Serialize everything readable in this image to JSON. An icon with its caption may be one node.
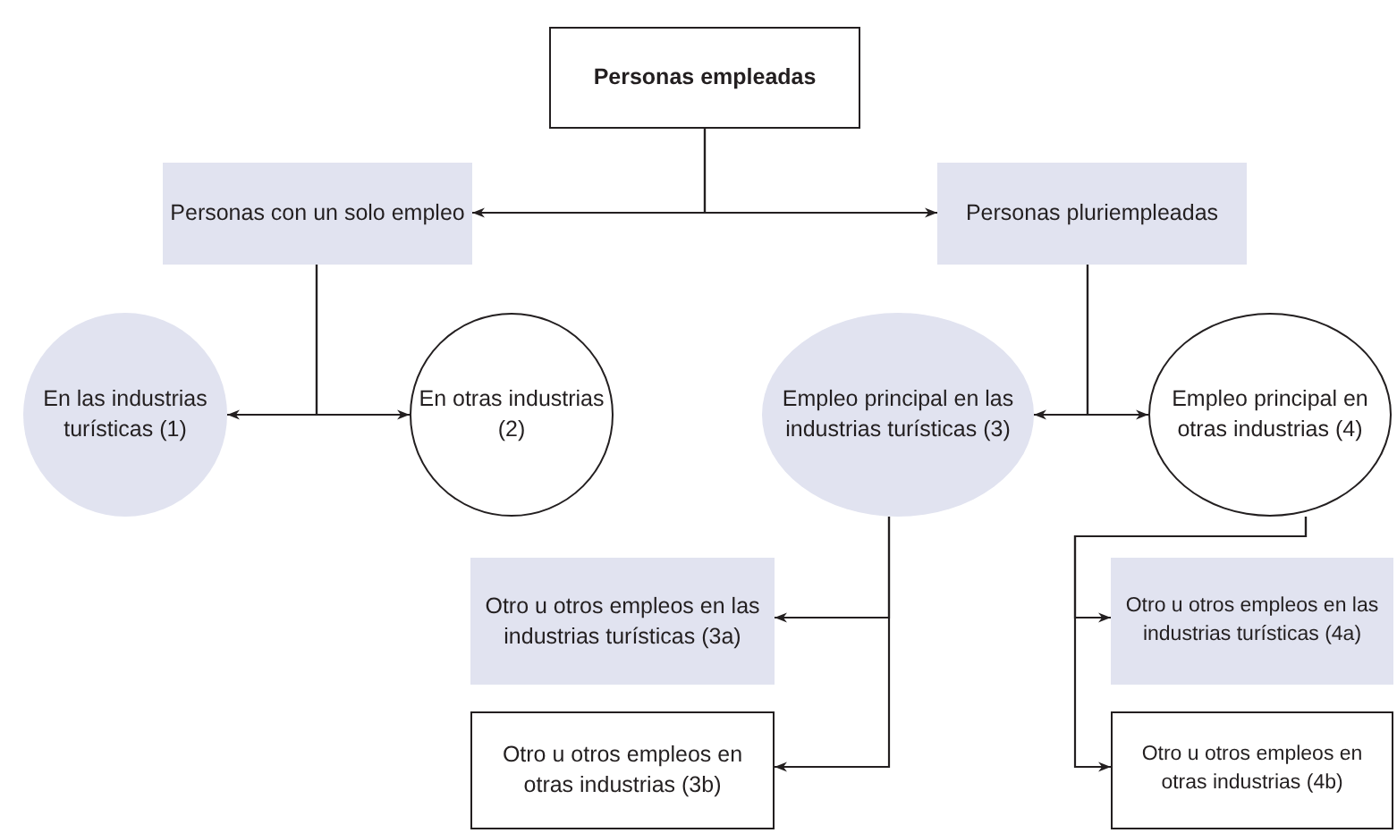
{
  "diagram": {
    "nodes": [
      {
        "text": [
          "Personas empleadas"
        ]
      },
      {
        "text": [
          "Personas con un solo empleo"
        ]
      },
      {
        "text": [
          "Personas pluriempleadas"
        ]
      },
      {
        "text": [
          "En las industrias turísticas (1)"
        ]
      },
      {
        "text": [
          "En otras industrias (2)"
        ]
      },
      {
        "text": [
          "Empleo principal en las industrias turísticas (3)"
        ]
      },
      {
        "text": [
          "Empleo principal en otras industrias (4)"
        ]
      },
      {
        "text": [
          "Otro u otros empleos en las industrias turísticas (3a)"
        ]
      },
      {
        "text": [
          "Otro u otros empleos en otras industrias (3b)"
        ]
      },
      {
        "text": [
          "Otro u otros empleos en las industrias turísticas (4a)"
        ]
      },
      {
        "text": [
          "Otro u otros empleos en otras industrias (4b)"
        ]
      }
    ],
    "edges": [
      {
        "from": 0,
        "to": 1,
        "arrow": "to"
      },
      {
        "from": 0,
        "to": 2,
        "arrow": "to"
      },
      {
        "from": 1,
        "to": 3,
        "arrow": "to"
      },
      {
        "from": 1,
        "to": 4,
        "arrow": "to"
      },
      {
        "from": 2,
        "to": 5,
        "arrow": "to"
      },
      {
        "from": 2,
        "to": 6,
        "arrow": "to"
      },
      {
        "from": 5,
        "to": 7,
        "arrow": "to"
      },
      {
        "from": 5,
        "to": 8,
        "arrow": "to"
      },
      {
        "from": 6,
        "to": 9,
        "arrow": "to"
      },
      {
        "from": 6,
        "to": 10,
        "arrow": "to"
      }
    ]
  }
}
